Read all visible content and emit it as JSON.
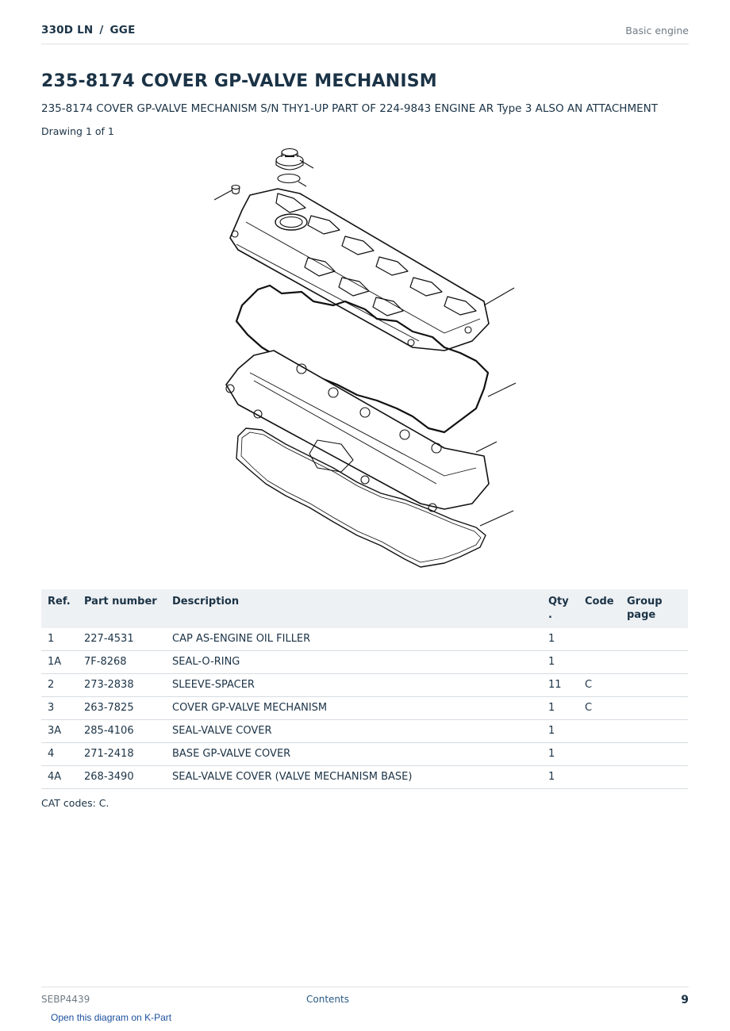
{
  "header": {
    "model": "330D LN",
    "separator": "/",
    "prefix": "GGE",
    "section": "Basic engine"
  },
  "page_title": "235-8174 COVER GP-VALVE MECHANISM",
  "subtitle": "235-8174 COVER GP-VALVE MECHANISM S/N THY1-UP PART OF 224-9843 ENGINE AR Type 3 ALSO AN ATTACHMENT",
  "drawing_label": "Drawing 1 of 1",
  "table": {
    "headers": {
      "ref": "Ref.",
      "part_number": "Part number",
      "description": "Description",
      "qty_line1": "Qty",
      "qty_line2": ".",
      "code": "Code",
      "group_page_line1": "Group",
      "group_page_line2": "page"
    },
    "rows": [
      {
        "ref": "1",
        "part_number": "227-4531",
        "description": "CAP AS-ENGINE OIL FILLER",
        "qty": "1",
        "code": "",
        "group_page": ""
      },
      {
        "ref": "1A",
        "part_number": "7F-8268",
        "description": "SEAL-O-RING",
        "qty": "1",
        "code": "",
        "group_page": ""
      },
      {
        "ref": "2",
        "part_number": "273-2838",
        "description": "SLEEVE-SPACER",
        "qty": "11",
        "code": "C",
        "group_page": ""
      },
      {
        "ref": "3",
        "part_number": "263-7825",
        "description": "COVER GP-VALVE MECHANISM",
        "qty": "1",
        "code": "C",
        "group_page": ""
      },
      {
        "ref": "3A",
        "part_number": "285-4106",
        "description": "SEAL-VALVE COVER",
        "qty": "1",
        "code": "",
        "group_page": ""
      },
      {
        "ref": "4",
        "part_number": "271-2418",
        "description": "BASE GP-VALVE COVER",
        "qty": "1",
        "code": "",
        "group_page": ""
      },
      {
        "ref": "4A",
        "part_number": "268-3490",
        "description": "SEAL-VALVE COVER (VALVE MECHANISM BASE)",
        "qty": "1",
        "code": "",
        "group_page": ""
      }
    ]
  },
  "cat_codes": "CAT codes: C.",
  "footer": {
    "doc_number": "SEBP4439",
    "contents_link": "Contents",
    "page_number": "9",
    "kpart_link": "Open this diagram on K-Part"
  }
}
